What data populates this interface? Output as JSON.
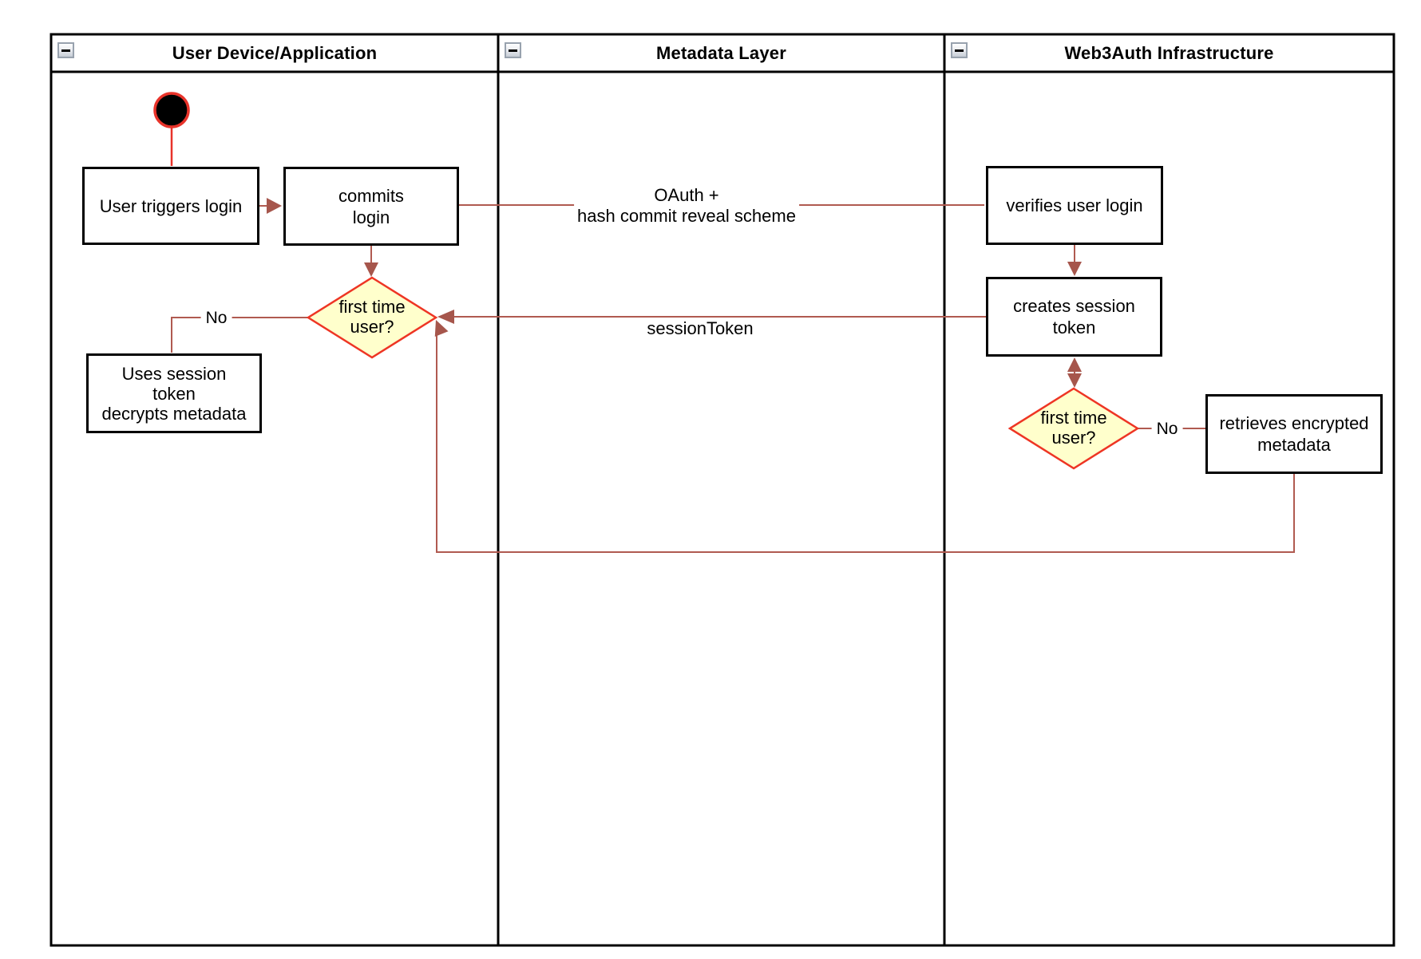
{
  "colors": {
    "connector": "#b05a50",
    "arrowhead": "#a6564c",
    "decision_fill": "#ffffcc",
    "decision_border": "#ee3524",
    "start_fill": "#000000",
    "start_border": "#e8332a"
  },
  "lanes": [
    {
      "title": "User Device/Application"
    },
    {
      "title": "Metadata Layer"
    },
    {
      "title": "Web3Auth Infrastructure"
    }
  ],
  "nodes": {
    "user_triggers_login": {
      "lines": [
        "User triggers login"
      ]
    },
    "commits_login": {
      "lines": [
        "commits",
        "login"
      ]
    },
    "uses_session_token": {
      "lines": [
        "Uses session",
        "token",
        "decrypts metadata"
      ]
    },
    "verifies_user_login": {
      "lines": [
        "verifies user login"
      ]
    },
    "creates_session_token": {
      "lines": [
        "creates session",
        "token"
      ]
    },
    "retrieves_encrypted_metadata": {
      "lines": [
        "retrieves encrypted",
        "metadata"
      ]
    }
  },
  "decisions": {
    "first_time_user_device": {
      "lines": [
        "first time",
        "user?"
      ]
    },
    "first_time_user_infra": {
      "lines": [
        "first time",
        "user?"
      ]
    }
  },
  "edge_labels": {
    "oauth": {
      "lines": [
        "OAuth +",
        "hash commit reveal scheme"
      ]
    },
    "session_token": "sessionToken",
    "no_device": "No",
    "no_infra": "No"
  }
}
